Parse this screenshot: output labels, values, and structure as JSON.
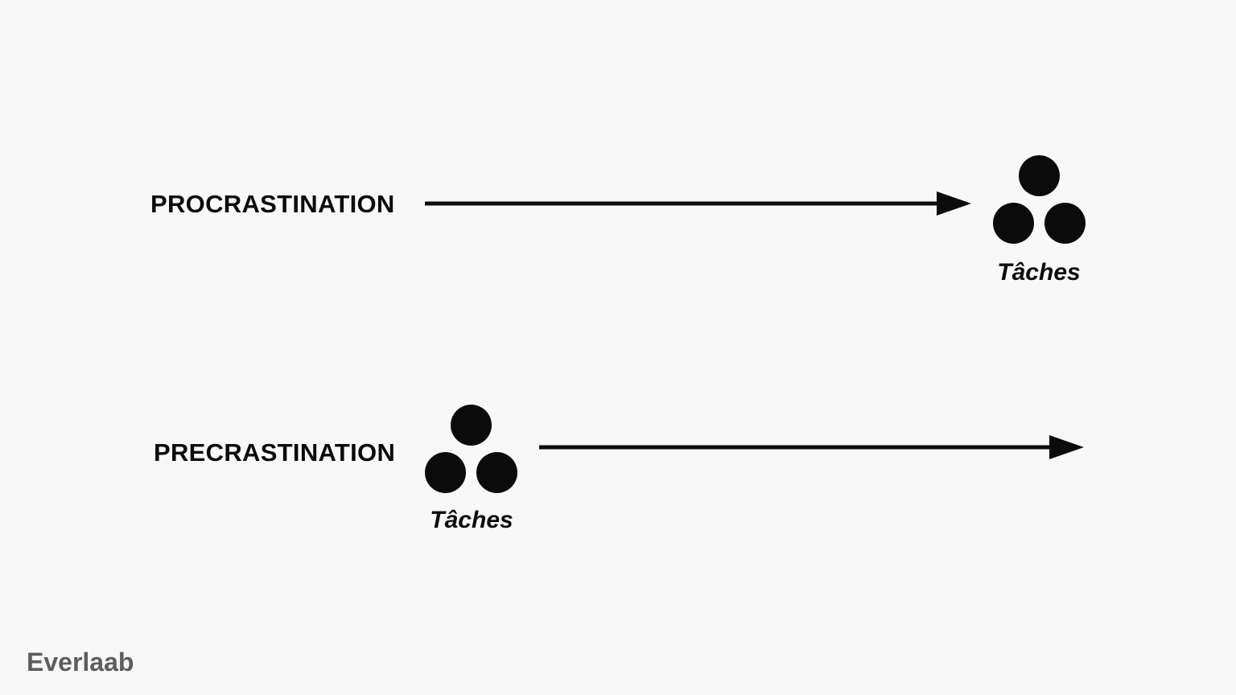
{
  "page": {
    "background_color": "#f8f8f8",
    "ink_color": "#0b0b0b"
  },
  "rows": [
    {
      "label": "PROCRASTINATION",
      "tasks_label": "Tâches",
      "tasks_side": "right-of-arrow",
      "arrow_direction": "right"
    },
    {
      "label": "PRECRASTINATION",
      "tasks_label": "Tâches",
      "tasks_side": "left-of-arrow",
      "arrow_direction": "right"
    }
  ],
  "footer": {
    "brand": "Everlaab",
    "brand_color": "#5d5d5d"
  }
}
